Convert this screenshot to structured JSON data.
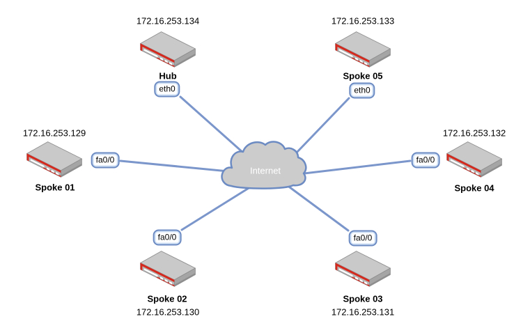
{
  "diagram": {
    "type": "network-topology",
    "cloud": {
      "label": "Internet"
    },
    "nodes": {
      "hub": {
        "name": "Hub",
        "ip": "172.16.253.134",
        "interface": "eth0"
      },
      "spoke01": {
        "name": "Spoke 01",
        "ip": "172.16.253.129",
        "interface": "fa0/0"
      },
      "spoke02": {
        "name": "Spoke 02",
        "ip": "172.16.253.130",
        "interface": "fa0/0"
      },
      "spoke03": {
        "name": "Spoke 03",
        "ip": "172.16.253.131",
        "interface": "fa0/0"
      },
      "spoke04": {
        "name": "Spoke 04",
        "ip": "172.16.253.132",
        "interface": "fa0/0"
      },
      "spoke05": {
        "name": "Spoke 05",
        "ip": "172.16.253.133",
        "interface": "eth0"
      }
    },
    "links": [
      {
        "from": "hub",
        "to": "internet"
      },
      {
        "from": "spoke05",
        "to": "internet"
      },
      {
        "from": "spoke01",
        "to": "internet"
      },
      {
        "from": "spoke04",
        "to": "internet"
      },
      {
        "from": "spoke02",
        "to": "internet"
      },
      {
        "from": "spoke03",
        "to": "internet"
      }
    ],
    "colors": {
      "link": "#7b96cb",
      "cloud_fill": "#cccccc",
      "cloud_stroke": "#6d8bc3",
      "badge_fill": "#cfe0f5",
      "badge_stroke": "#6d8bc3",
      "badge_text_bg": "#ffffff",
      "router_body": "#c9c9c9",
      "router_accent": "#d6291e",
      "text": "#000000",
      "cloud_text": "#ffffff"
    }
  }
}
